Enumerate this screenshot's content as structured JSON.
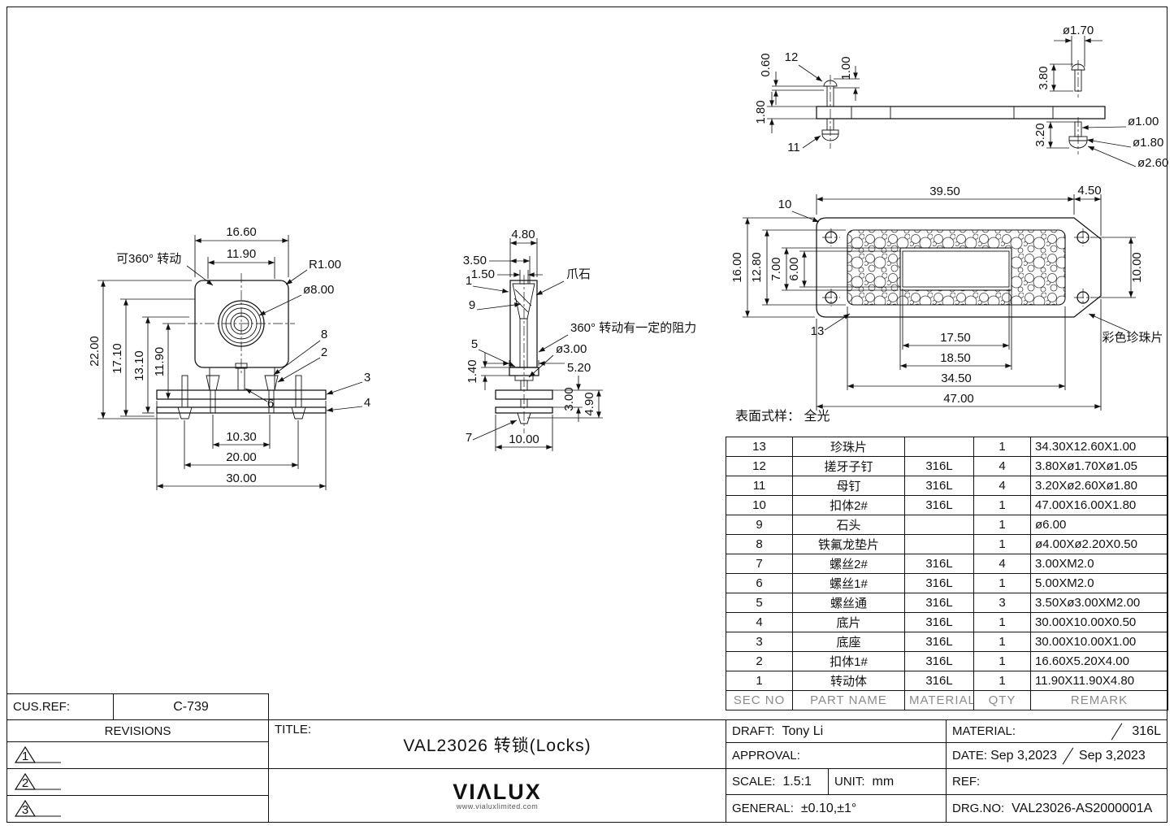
{
  "views": {
    "surface_note": "表面式样： 全光",
    "front": {
      "label_rotation": "可360° 转动",
      "dims": {
        "w_outer": "16.60",
        "w_inner": "11.90",
        "radius": "R1.00",
        "bore": "ø8.00",
        "h_total": "22.00",
        "h2": "17.10",
        "h3": "13.10",
        "h4": "11.90",
        "b1": "10.30",
        "b2": "20.00",
        "b3": "30.00"
      },
      "refs": {
        "r8": "8",
        "r2": "2",
        "r3": "3",
        "r6": "6",
        "r4": "4"
      }
    },
    "side": {
      "label_stone": "爪石",
      "label_rotation_note": "360° 转动有一定的阻力",
      "dims": {
        "t1": "3.50",
        "t2": "1.50",
        "w_top": "4.80",
        "bore": "ø3.00",
        "w_body": "5.20",
        "h1": "1.40",
        "h2": "3.00",
        "h3": "4.90",
        "b1": "10.00"
      },
      "refs": {
        "r1": "1",
        "r9": "9",
        "r5": "5",
        "r7": "7"
      }
    },
    "section": {
      "dims": {
        "screw_dia": "ø1.70",
        "screw_len": "3.80",
        "d1": "0.60",
        "d2": "1.00",
        "plate_t": "1.80",
        "nut_len": "3.20",
        "nut_d1": "ø1.00",
        "nut_d2": "ø1.80",
        "nut_d3": "ø2.60"
      },
      "refs": {
        "r12": "12",
        "r11": "11"
      }
    },
    "plate": {
      "label_pearl": "彩色珍珠片",
      "dims": {
        "t1": "39.50",
        "t2": "4.50",
        "l1": "16.00",
        "l2": "12.80",
        "l3": "7.00",
        "l4": "6.00",
        "r1": "10.00",
        "b1": "17.50",
        "b2": "18.50",
        "b3": "34.50",
        "b4": "47.00"
      },
      "refs": {
        "r10": "10",
        "r13": "13"
      }
    }
  },
  "bom": {
    "headers": [
      "SEC NO",
      "PART NAME",
      "MATERIAL",
      "QTY",
      "REMARK"
    ],
    "rows": [
      {
        "no": "13",
        "name": "珍珠片",
        "material": "",
        "qty": "1",
        "remark": "34.30X12.60X1.00"
      },
      {
        "no": "12",
        "name": "搓牙子钉",
        "material": "316L",
        "qty": "4",
        "remark": "3.80Xø1.70Xø1.05"
      },
      {
        "no": "11",
        "name": "母钉",
        "material": "316L",
        "qty": "4",
        "remark": "3.20Xø2.60Xø1.80"
      },
      {
        "no": "10",
        "name": "扣体2#",
        "material": "316L",
        "qty": "1",
        "remark": "47.00X16.00X1.80"
      },
      {
        "no": "9",
        "name": "石头",
        "material": "",
        "qty": "1",
        "remark": "ø6.00"
      },
      {
        "no": "8",
        "name": "铁氟龙垫片",
        "material": "",
        "qty": "1",
        "remark": "ø4.00Xø2.20X0.50"
      },
      {
        "no": "7",
        "name": "螺丝2#",
        "material": "316L",
        "qty": "4",
        "remark": "3.00XM2.0"
      },
      {
        "no": "6",
        "name": "螺丝1#",
        "material": "316L",
        "qty": "1",
        "remark": "5.00XM2.0"
      },
      {
        "no": "5",
        "name": "螺丝通",
        "material": "316L",
        "qty": "3",
        "remark": "3.50Xø3.00XM2.00"
      },
      {
        "no": "4",
        "name": "底片",
        "material": "316L",
        "qty": "1",
        "remark": "30.00X10.00X0.50"
      },
      {
        "no": "3",
        "name": "底座",
        "material": "316L",
        "qty": "1",
        "remark": "30.00X10.00X1.00"
      },
      {
        "no": "2",
        "name": "扣体1#",
        "material": "316L",
        "qty": "1",
        "remark": "16.60X5.20X4.00"
      },
      {
        "no": "1",
        "name": "转动体",
        "material": "316L",
        "qty": "1",
        "remark": "11.90X11.90X4.80"
      }
    ]
  },
  "title_block": {
    "cus_ref_label": "CUS.REF:",
    "cus_ref_value": "C-739",
    "revisions_label": "REVISIONS",
    "revision_marks": [
      "1",
      "2",
      "3"
    ],
    "title_label": "TITLE:",
    "title_value": "VAL23026   转锁(Locks)",
    "logo_text": "VIΛLUX",
    "logo_site": "www.vialuxlimited.com",
    "fields": {
      "draft_label": "DRAFT:",
      "draft_value": "Tony Li",
      "approval_label": "APPROVAL:",
      "material_label": "MATERIAL:",
      "material_value": "316L",
      "date_label": "DATE:",
      "date_value_1": "Sep 3,2023",
      "date_value_2": "Sep 3,2023",
      "scale_label": "SCALE:",
      "scale_value": "1.5:1",
      "unit_label": "UNIT:",
      "unit_value": "mm",
      "ref_label": "REF:",
      "general_label": "GENERAL:",
      "general_value": "±0.10,±1°",
      "drg_no_label": "DRG.NO:",
      "drg_no_value": "VAL23026-AS2000001A"
    }
  }
}
